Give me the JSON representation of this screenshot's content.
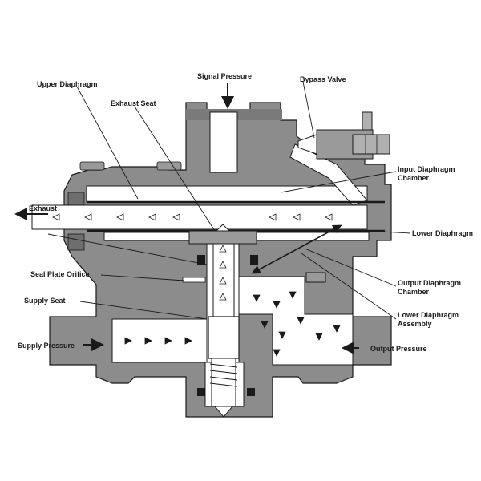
{
  "labels": {
    "signal_pressure": "Signal Pressure",
    "bypass_valve": "Bypass Valve",
    "upper_diaphragm": "Upper Diaphragm",
    "exhaust_seat": "Exhaust Seat",
    "input_chamber_line1": "Input Diaphragm",
    "input_chamber_line2": "Chamber",
    "exhaust": "Exhaust",
    "lower_diaphragm": "Lower Diaphragm",
    "seal_plate_orifice": "Seal Plate Orifice",
    "output_chamber_line1": "Output Diaphragm",
    "output_chamber_line2": "Chamber",
    "supply_seat": "Supply Seat",
    "lower_assembly_line1": "Lower Diaphragm",
    "lower_assembly_line2": "Assembly",
    "supply_pressure": "Supply Pressure",
    "output_pressure": "Output Pressure"
  },
  "colors": {
    "body": "#8c8c8c",
    "body_dark": "#6e6e6e",
    "passage": "#ffffff",
    "outline": "#1a1a1a",
    "flow_marks": "#1a1a1a"
  }
}
